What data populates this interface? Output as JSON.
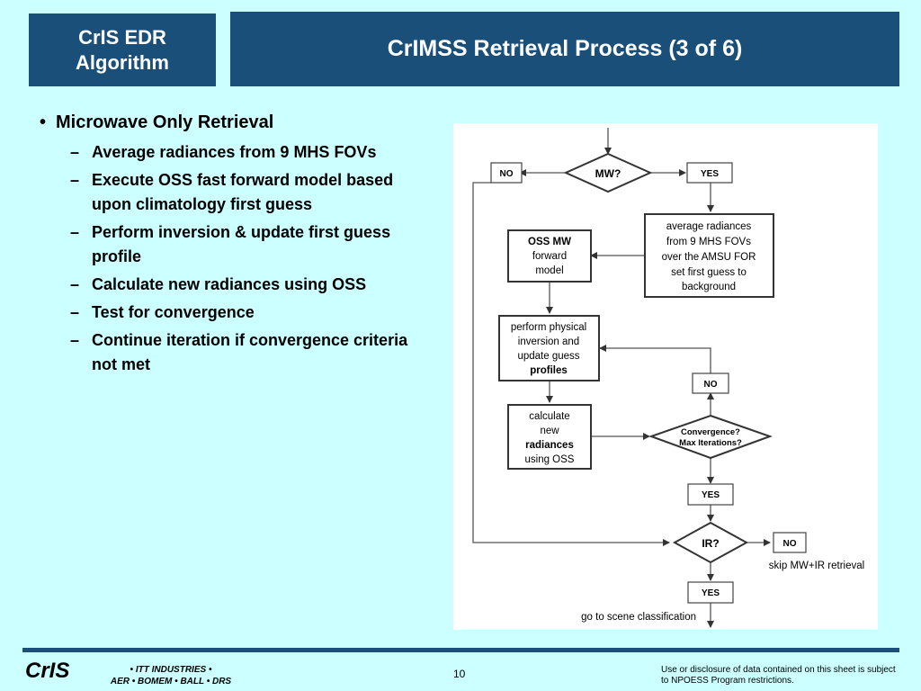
{
  "header": {
    "left_line1": "CrIS EDR",
    "left_line2": "Algorithm",
    "title": "CrIMSS Retrieval Process (3 of 6)"
  },
  "bullets": {
    "main": "Microwave Only Retrieval",
    "items": [
      "Average radiances from 9 MHS FOVs",
      "Execute OSS fast forward model based upon climatology first guess",
      "Perform inversion & update first guess profile",
      "Calculate new radiances using OSS",
      "Test for convergence",
      "Continue iteration if convergence criteria not met"
    ]
  },
  "flowchart": {
    "mw_decision": "MW?",
    "no_top": "NO",
    "yes_top": "YES",
    "average_box": [
      "average radiances",
      "from 9 MHS FOVs",
      "over the AMSU FOR",
      "set first guess to",
      "background"
    ],
    "oss_box": [
      "OSS MW",
      "forward",
      "model"
    ],
    "perform_box": [
      "perform physical",
      "inversion and",
      "update guess",
      "profiles"
    ],
    "calc_box": [
      "calculate",
      "new",
      "radiances",
      "using OSS"
    ],
    "no_conv": "NO",
    "conv_decision": [
      "Convergence?",
      "Max Iterations?"
    ],
    "yes_conv": "YES",
    "ir_decision": "IR?",
    "no_ir": "NO",
    "skip_label": "skip MW+IR retrieval",
    "yes_ir": "YES",
    "goto_label": "go to scene classification"
  },
  "footer": {
    "logo": "CrIS",
    "companies_line1": "• ITT INDUSTRIES •",
    "companies_line2": "AER • BOMEM • BALL • DRS",
    "page": "10",
    "disclaimer": "Use or disclosure of data contained on this sheet is subject to NPOESS Program restrictions."
  }
}
